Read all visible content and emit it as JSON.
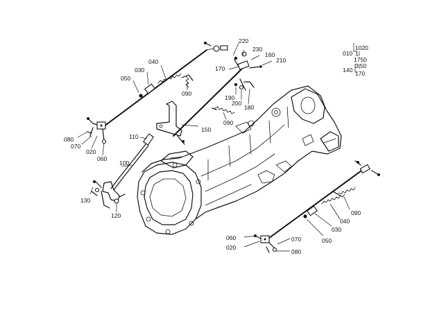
{
  "callouts": {
    "top_rod": [
      "040",
      "030",
      "050",
      "090",
      "080",
      "070",
      "020",
      "060",
      "220",
      "230",
      "160",
      "210",
      "170",
      "190",
      "200",
      "180"
    ],
    "middle": [
      "150",
      "090",
      "110",
      "100",
      "130",
      "120"
    ],
    "lower_rod": [
      "060",
      "020",
      "070",
      "080",
      "050",
      "030",
      "040",
      "090"
    ],
    "legend": {
      "row1_left": "010",
      "row1_right_top": "1020",
      "row1_right_bot": "1|",
      "row2": "1750",
      "row3_left": "140",
      "row3_right_top": "3|50",
      "row3_right_bot": "170"
    }
  }
}
